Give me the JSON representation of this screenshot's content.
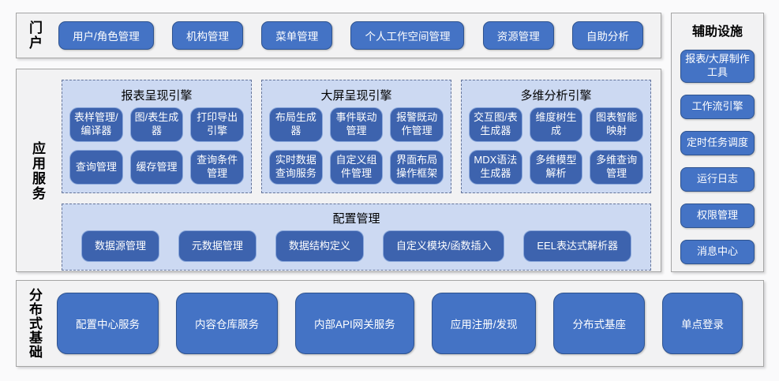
{
  "diagram": {
    "portal": {
      "label": "门户",
      "buttons": [
        "用户/角色管理",
        "机构管理",
        "菜单管理",
        "个人工作空间管理",
        "资源管理",
        "自助分析"
      ]
    },
    "app": {
      "label": "应用服务",
      "engines": [
        {
          "title": "报表呈现引擎",
          "items": [
            "表样管理/编译器",
            "图/表生成器",
            "打印导出引擎",
            "查询管理",
            "缓存管理",
            "查询条件管理"
          ]
        },
        {
          "title": "大屏呈现引擎",
          "items": [
            "布局生成器",
            "事件联动管理",
            "报警既动作管理",
            "实时数据查询服务",
            "自定义组件管理",
            "界面布局操作框架"
          ]
        },
        {
          "title": "多维分析引擎",
          "items": [
            "交互图/表生成器",
            "维度树生成",
            "图表智能映射",
            "MDX语法生成器",
            "多维模型解析",
            "多维查询管理"
          ]
        }
      ],
      "config": {
        "title": "配置管理",
        "items": [
          "数据源管理",
          "元数据管理",
          "数据结构定义",
          "自定义模块/函数插入",
          "EEL表达式解析器"
        ]
      }
    },
    "auxiliary": {
      "label": "辅助设施",
      "items": [
        "报表/大屏制作工具",
        "工作流引擎",
        "定时任务调度",
        "运行日志",
        "权限管理",
        "消息中心"
      ]
    },
    "distributed": {
      "label": "分布式基础",
      "items": [
        "配置中心服务",
        "内容仓库服务",
        "内部API网关服务",
        "应用注册/发现",
        "分布式基座",
        "单点登录"
      ]
    },
    "colors": {
      "page_bg": "#FAFAFB",
      "section_fill": "#F2F2F3",
      "section_border": "#A5A5A5",
      "group_fill": "#CCD9F2",
      "group_border": "#64749A",
      "button_fill": "#4473C5",
      "button_border": "#2E538F",
      "node_fill": "#3D63AE",
      "node_border": "#8AA7DA",
      "button_text": "#FFFFFF"
    }
  }
}
